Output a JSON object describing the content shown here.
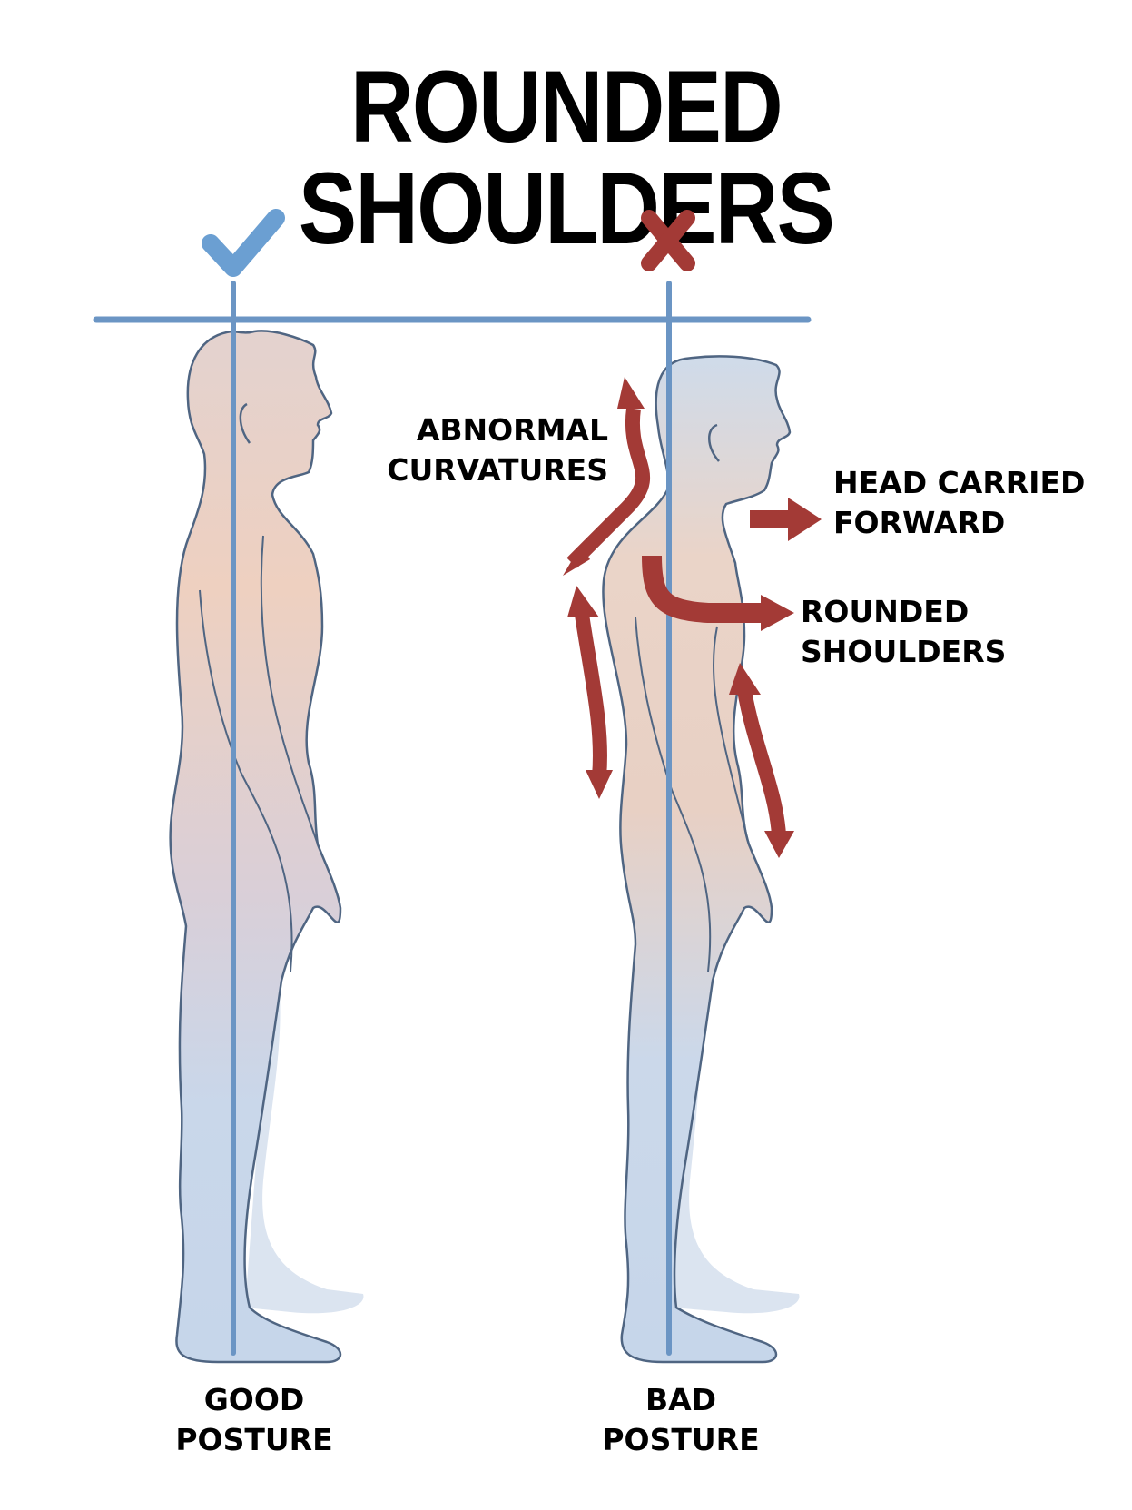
{
  "title": "ROUNDED SHOULDERS",
  "colors": {
    "guide_line": "#6b95c4",
    "check": "#6b9fd2",
    "cross": "#a33a36",
    "arrow": "#a33a36",
    "body_top": "#ecd3c6",
    "body_bottom": "#c6d6ea",
    "outline": "#4f6582",
    "text": "#000000"
  },
  "figures": [
    {
      "id": "good",
      "status_icon": "check-icon",
      "caption": [
        "GOOD",
        "POSTURE"
      ]
    },
    {
      "id": "bad",
      "status_icon": "cross-icon",
      "caption": [
        "BAD",
        "POSTURE"
      ]
    }
  ],
  "annotations": {
    "abnormal_curvatures": [
      "ABNORMAL",
      "CURVATURES"
    ],
    "head_forward": [
      "HEAD CARRIED",
      "FORWARD"
    ],
    "rounded_shoulders": [
      "ROUNDED",
      "SHOULDERS"
    ]
  }
}
